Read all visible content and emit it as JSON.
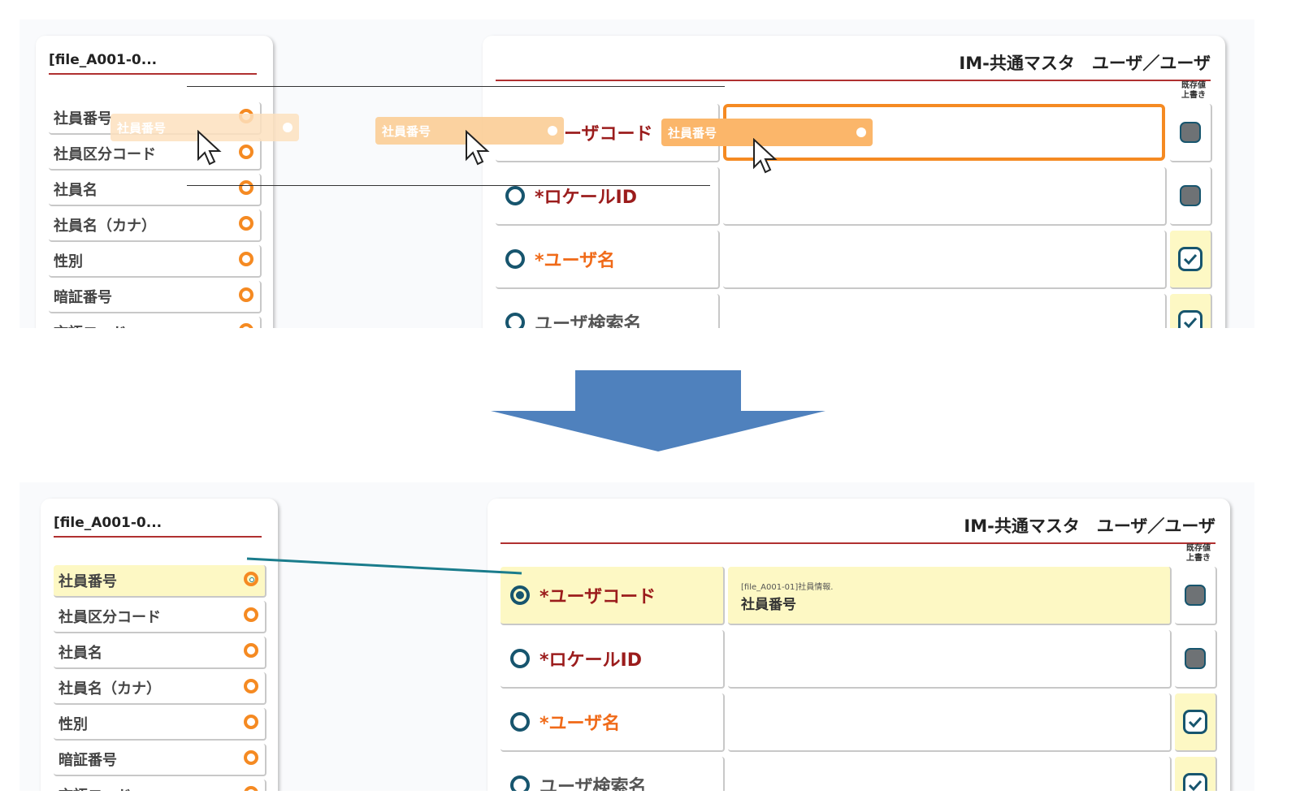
{
  "top_scene": {
    "source": {
      "title": "[file_A001-0...",
      "items": [
        "社員番号",
        "社員区分コード",
        "社員名",
        "社員名（カナ）",
        "性別",
        "暗証番号",
        "言語コード"
      ]
    },
    "target": {
      "title": "IM-共通マスタ　ユーザ／ユーザ",
      "overwrite_header": "既存値\n上書き",
      "rows": [
        {
          "label": "ーザコード",
          "value": "",
          "overwrite": false
        },
        {
          "label": "*ロケールID",
          "value": "",
          "overwrite": false
        },
        {
          "label": "*ユーザ名",
          "value": "",
          "overwrite": true
        },
        {
          "label": "ユーザ検索名",
          "value": "",
          "overwrite": true
        }
      ]
    },
    "drag_label": "社員番号"
  },
  "bottom_scene": {
    "source": {
      "title": "[file_A001-0...",
      "items": [
        "社員番号",
        "社員区分コード",
        "社員名",
        "社員名（カナ）",
        "性別",
        "暗証番号",
        "言語コード"
      ],
      "selected": "社員番号"
    },
    "target": {
      "title": "IM-共通マスタ　ユーザ／ユーザ",
      "overwrite_header": "既存値\n上書き",
      "rows": [
        {
          "label": "*ユーザコード",
          "value_small": "[file_A001-01]社員情報.",
          "value": "社員番号",
          "overwrite": false
        },
        {
          "label": "*ロケールID",
          "value_small": "",
          "value": "",
          "overwrite": false
        },
        {
          "label": "*ユーザ名",
          "value_small": "",
          "value": "",
          "overwrite": true
        },
        {
          "label": "ユーザ検索名",
          "value_small": "",
          "value": "",
          "overwrite": true
        }
      ]
    }
  },
  "colors": {
    "accent_orange": "#f58a22",
    "ring_teal": "#17556e",
    "connector": "#1a7c8c",
    "required_red": "#9b1c1c",
    "required_orange": "#f06a18",
    "mapped_yellow": "#fdf8c4",
    "arrow_blue": "#4f81bd"
  }
}
